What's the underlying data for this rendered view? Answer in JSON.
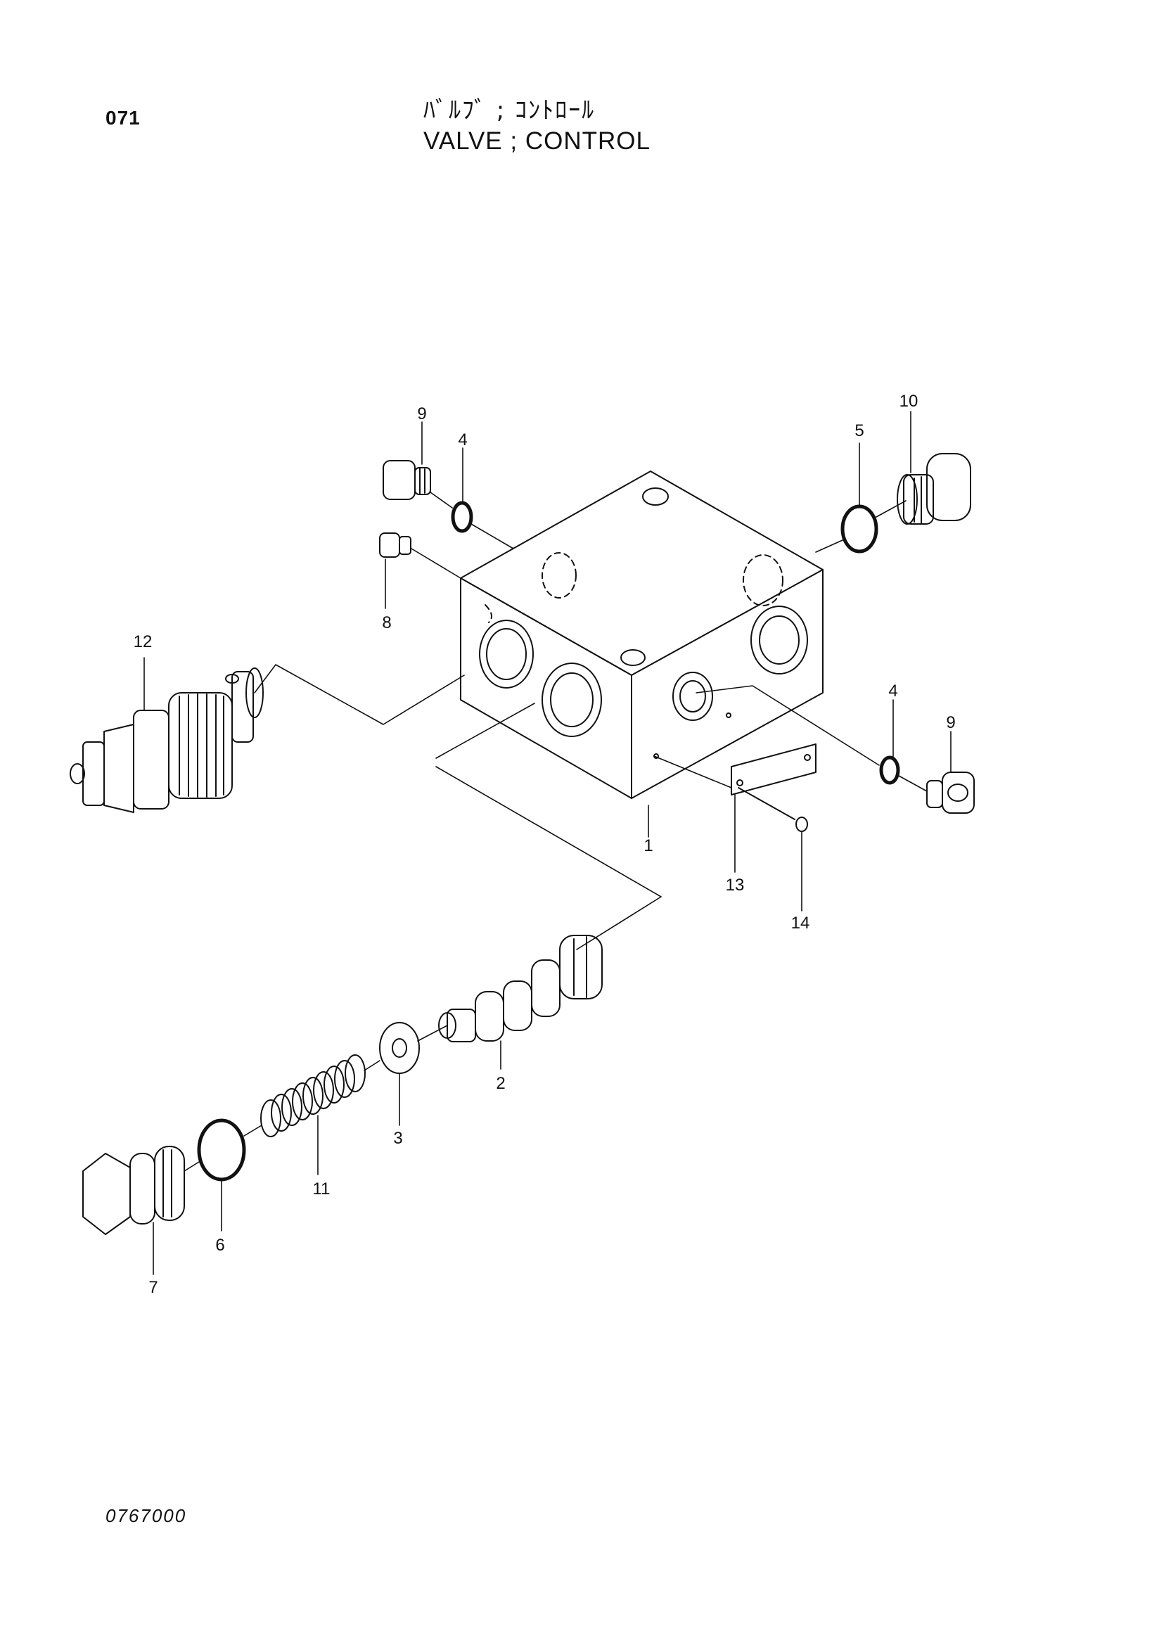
{
  "page_number": "071",
  "title": {
    "japanese": "ﾊﾞﾙﾌﾞ ; ｺﾝﾄﾛｰﾙ",
    "english": "VALVE ; CONTROL"
  },
  "drawing_code": "0767000",
  "callouts": {
    "c1": "1",
    "c2": "2",
    "c3": "3",
    "c4a": "4",
    "c4b": "4",
    "c5": "5",
    "c6": "6",
    "c7": "7",
    "c8": "8",
    "c9a": "9",
    "c9b": "9",
    "c10": "10",
    "c11": "11",
    "c12": "12",
    "c13": "13",
    "c14": "14"
  }
}
